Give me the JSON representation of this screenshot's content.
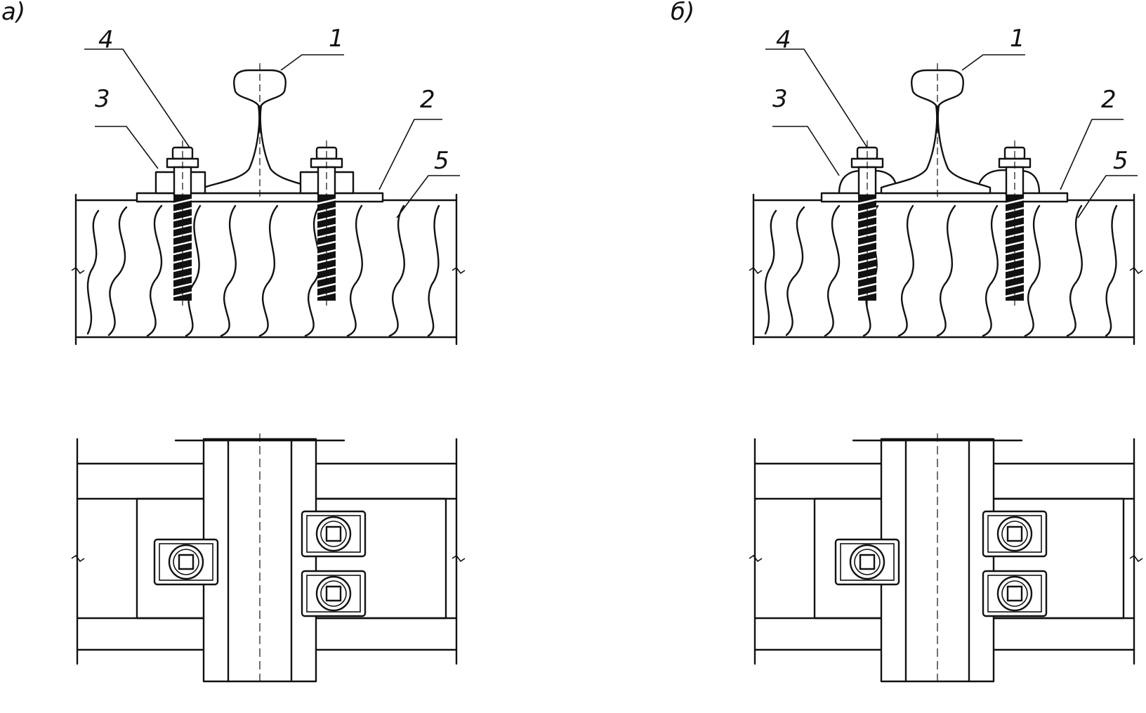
{
  "panels": [
    {
      "id": "a",
      "label": "а)",
      "callouts": {
        "c1": "1",
        "c2": "2",
        "c3": "3",
        "c4": "4",
        "c5": "5"
      }
    },
    {
      "id": "b",
      "label": "б)",
      "callouts": {
        "c1": "1",
        "c2": "2",
        "c3": "3",
        "c4": "4",
        "c5": "5"
      }
    }
  ],
  "colors": {
    "line": "#111111",
    "background": "#ffffff"
  }
}
